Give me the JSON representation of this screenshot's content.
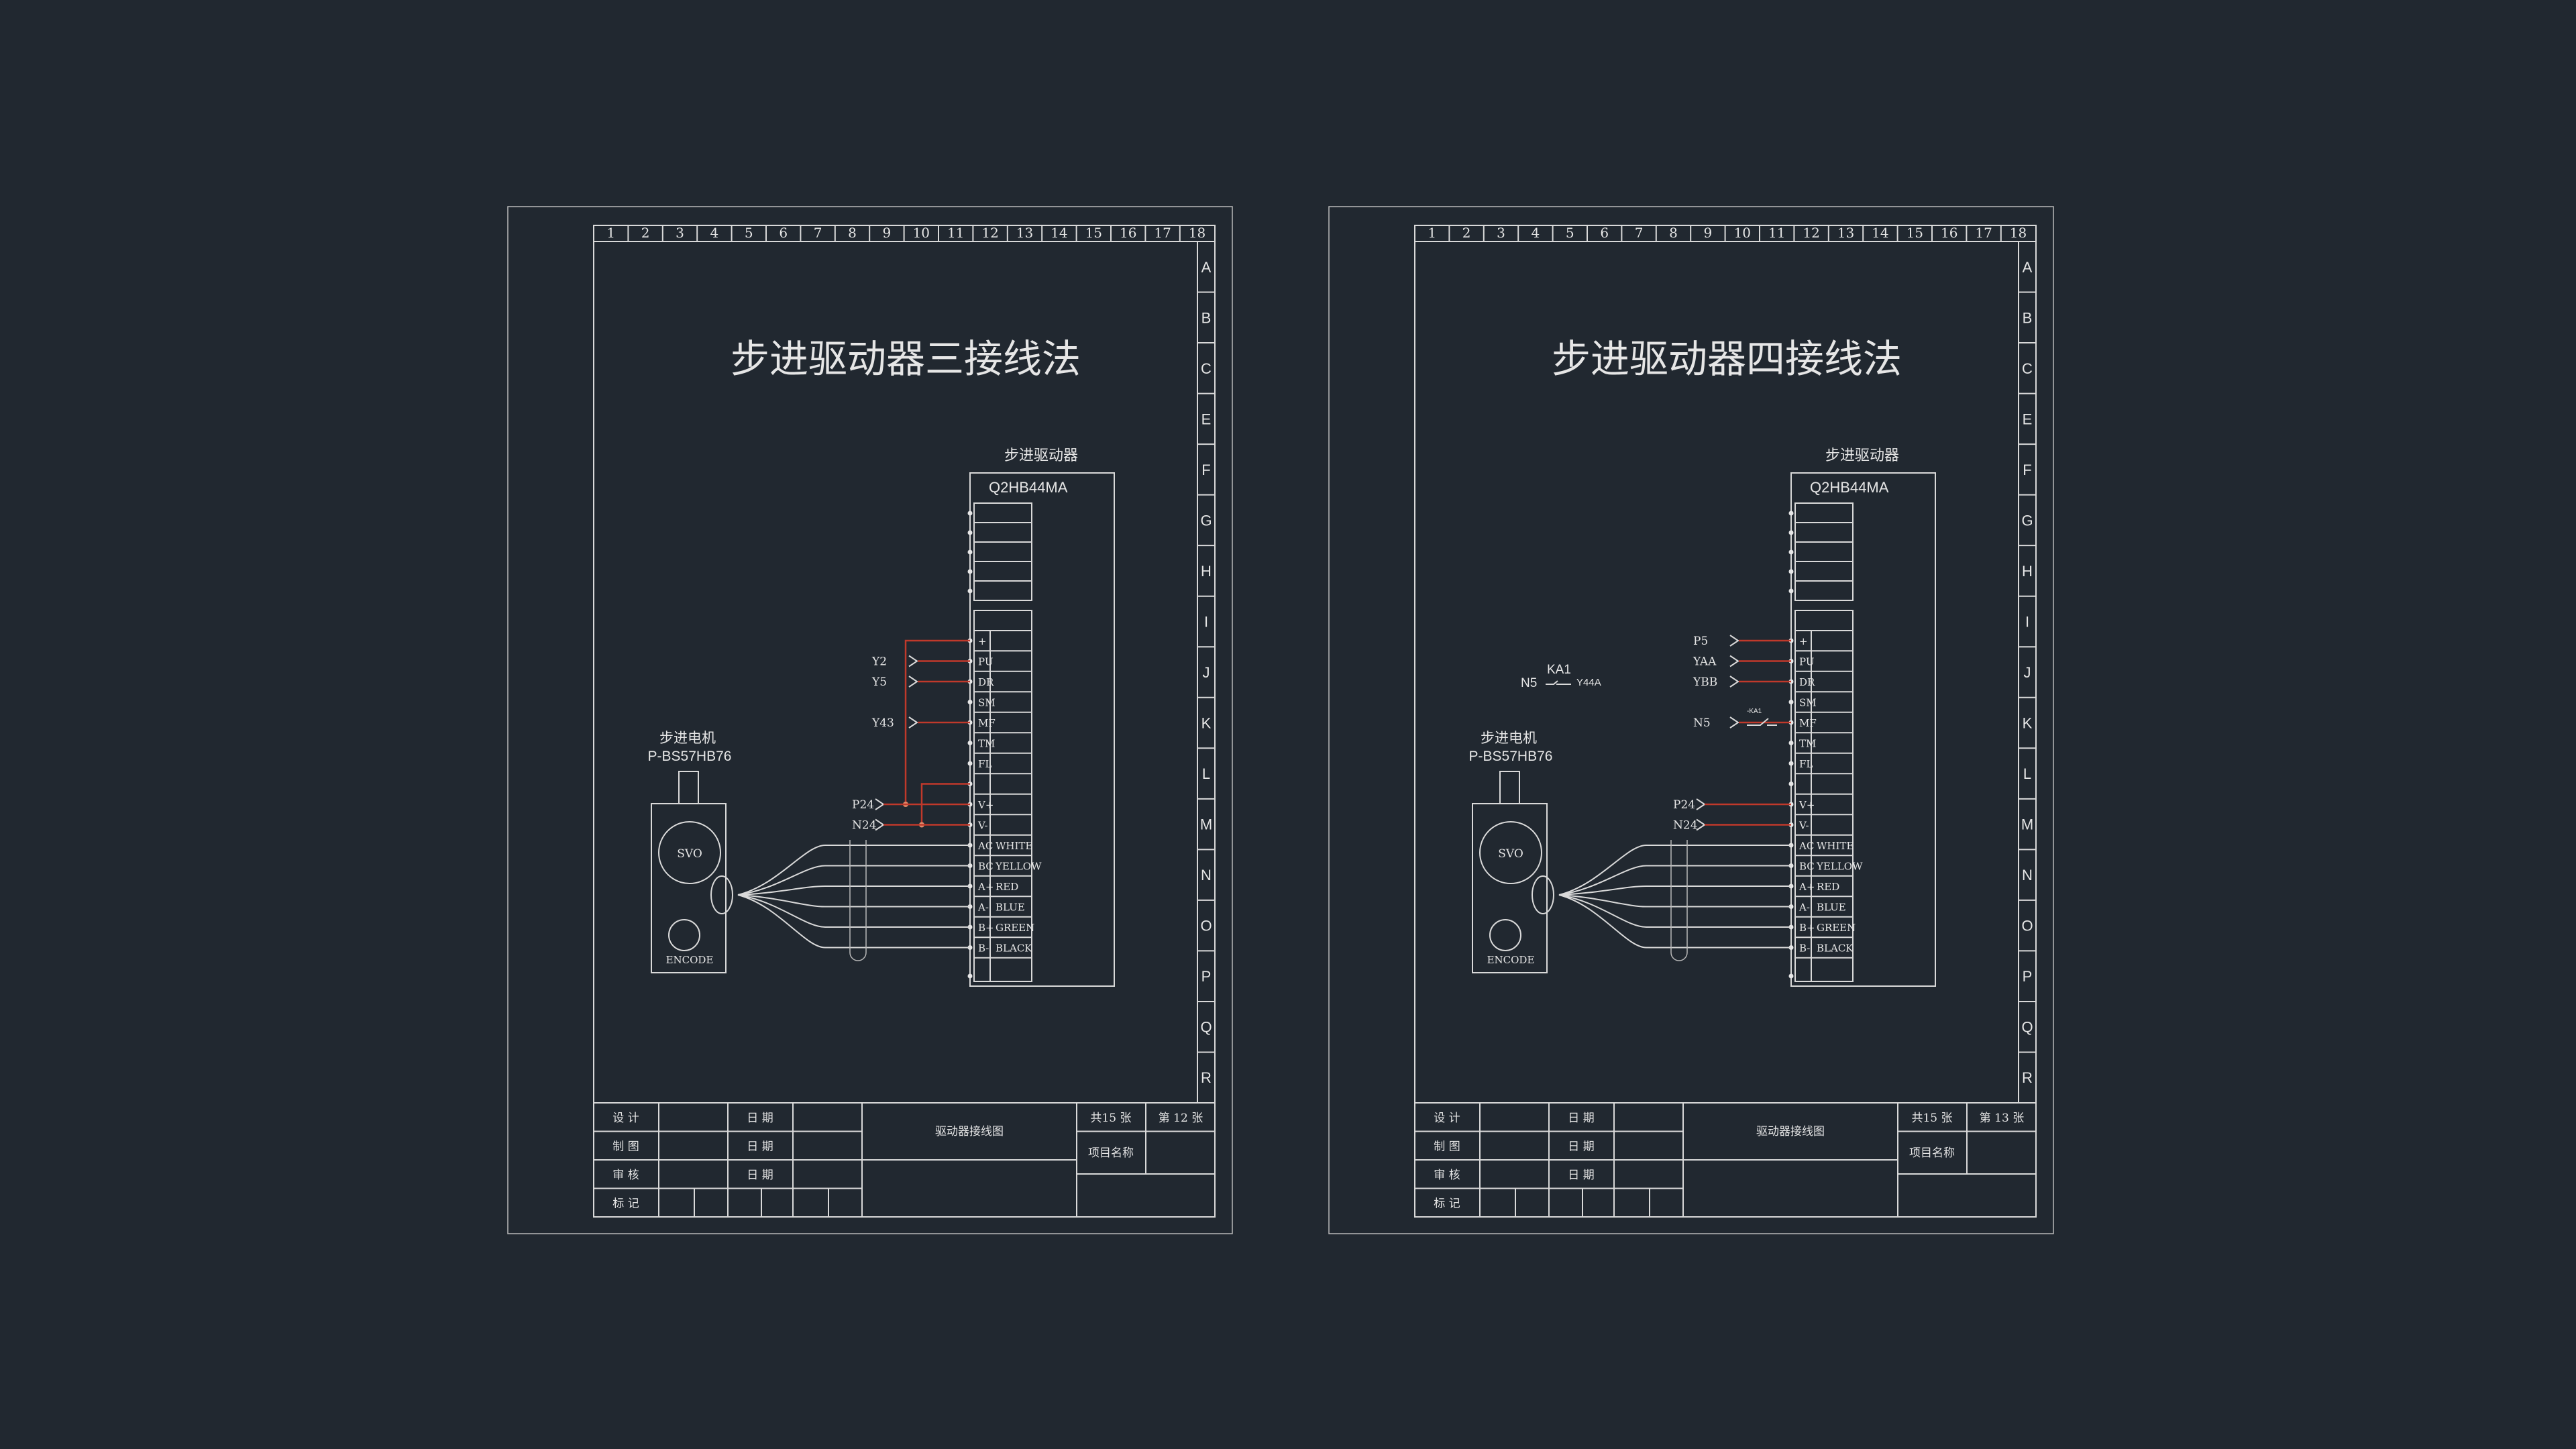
{
  "sheets": [
    {
      "title": "步进驱动器三接线法",
      "driver_caption": "步进驱动器",
      "driver_model": "Q2HB44MA",
      "motor_caption": "步进电机",
      "motor_model": "P-BS57HB76",
      "motor_svo": "SVO",
      "motor_encode": "ENCODE",
      "signals": [
        {
          "label": "Y2",
          "pin": "PU"
        },
        {
          "label": "Y5",
          "pin": "DR"
        },
        {
          "label": "Y43",
          "pin": "MF"
        }
      ],
      "power": [
        {
          "label": "P24",
          "pin": "V+"
        },
        {
          "label": "N24",
          "pin": "V-"
        }
      ],
      "relay": null,
      "title_block": {
        "design": "设 计",
        "draw": "制 图",
        "review": "审 核",
        "mark": "标 记",
        "date": "日 期",
        "drawing_name": "驱动器接线图",
        "total": "共15 张",
        "sheet_no": "第 12 张",
        "project": "项目名称"
      }
    },
    {
      "title": "步进驱动器四接线法",
      "driver_caption": "步进驱动器",
      "driver_model": "Q2HB44MA",
      "motor_caption": "步进电机",
      "motor_model": "P-BS57HB76",
      "motor_svo": "SVO",
      "motor_encode": "ENCODE",
      "signals": [
        {
          "label": "P5",
          "pin": "+"
        },
        {
          "label": "YAA",
          "pin": "PU"
        },
        {
          "label": "YBB",
          "pin": "DR"
        },
        {
          "label": "N5",
          "pin": "MF"
        }
      ],
      "power": [
        {
          "label": "P24",
          "pin": "V+"
        },
        {
          "label": "N24",
          "pin": "V-"
        }
      ],
      "relay": {
        "name": "KA1",
        "left": "N5",
        "right": "Y44A",
        "contact": "-KA1"
      },
      "title_block": {
        "design": "设 计",
        "draw": "制 图",
        "review": "审 核",
        "mark": "标 记",
        "date": "日 期",
        "drawing_name": "驱动器接线图",
        "total": "共15 张",
        "sheet_no": "第 13 张",
        "project": "项目名称"
      }
    }
  ],
  "grid_columns": [
    "1",
    "2",
    "3",
    "4",
    "5",
    "6",
    "7",
    "8",
    "9",
    "10",
    "11",
    "12",
    "13",
    "14",
    "15",
    "16",
    "17",
    "18"
  ],
  "grid_rows": [
    "A",
    "B",
    "C",
    "E",
    "F",
    "G",
    "H",
    "I",
    "J",
    "K",
    "L",
    "M",
    "N",
    "O",
    "P",
    "Q",
    "R"
  ],
  "terminal_pins": [
    "+",
    "PU",
    "DR",
    "SM",
    "MF",
    "TM",
    "FL",
    "",
    "V+",
    "V-",
    "AC",
    "BC",
    "A+",
    "A-",
    "B+",
    "B-"
  ],
  "wire_colors": [
    "WHITE",
    "YELLOW",
    "RED",
    "BLUE",
    "GREEN",
    "BLACK"
  ],
  "colors": {
    "background": "#212830",
    "line": "#d9d9d9",
    "wire": "#c0392b"
  }
}
